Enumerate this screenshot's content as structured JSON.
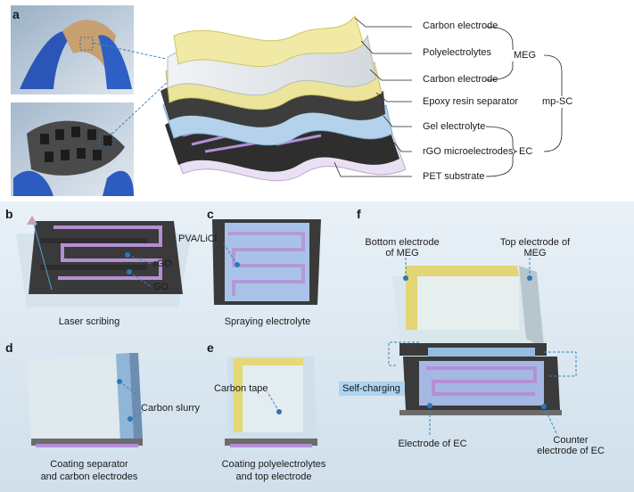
{
  "panels": {
    "a": {
      "letter": "a",
      "layers": [
        "Carbon electrode",
        "Polyelectrolytes",
        "Carbon electrode",
        "Epoxy resin separator",
        "Gel electrolyte",
        "rGO microelectrodes",
        "PET substrate"
      ],
      "group_meg": "MEG",
      "group_ec": "EC",
      "group_device": "mp-SC"
    },
    "b": {
      "letter": "b",
      "labels": [
        "rGO",
        "GO"
      ],
      "caption": "Laser scribing"
    },
    "c": {
      "letter": "c",
      "label": "PVA/LiCl",
      "caption": "Spraying electrolyte"
    },
    "d": {
      "letter": "d",
      "label": "Carbon slurry",
      "caption_line1": "Coating separator",
      "caption_line2": "and carbon electrodes"
    },
    "e": {
      "letter": "e",
      "label": "Carbon tape",
      "caption_line1": "Coating polyelectrolytes",
      "caption_line2": "and top electrode"
    },
    "f": {
      "letter": "f",
      "bottom_electrode_line1": "Bottom electrode",
      "bottom_electrode_line2": "of MEG",
      "top_electrode_line1": "Top electrode of",
      "top_electrode_line2": "MEG",
      "self_charging": "Self-charging",
      "electrode_ec": "Electrode of EC",
      "counter_line1": "Counter",
      "counter_line2": "electrode of EC"
    }
  },
  "colors": {
    "carbon_electrode": "#ece49a",
    "polyelectrolyte": "#c9c9c9",
    "separator": "#3a3a3a",
    "gel_electrolyte": "#9cc3e6",
    "rgo_electrode": "#b48fd6",
    "pet": "#e3d0f0",
    "panel_bg": "#dde9f2",
    "dash": "#3a84b8"
  }
}
